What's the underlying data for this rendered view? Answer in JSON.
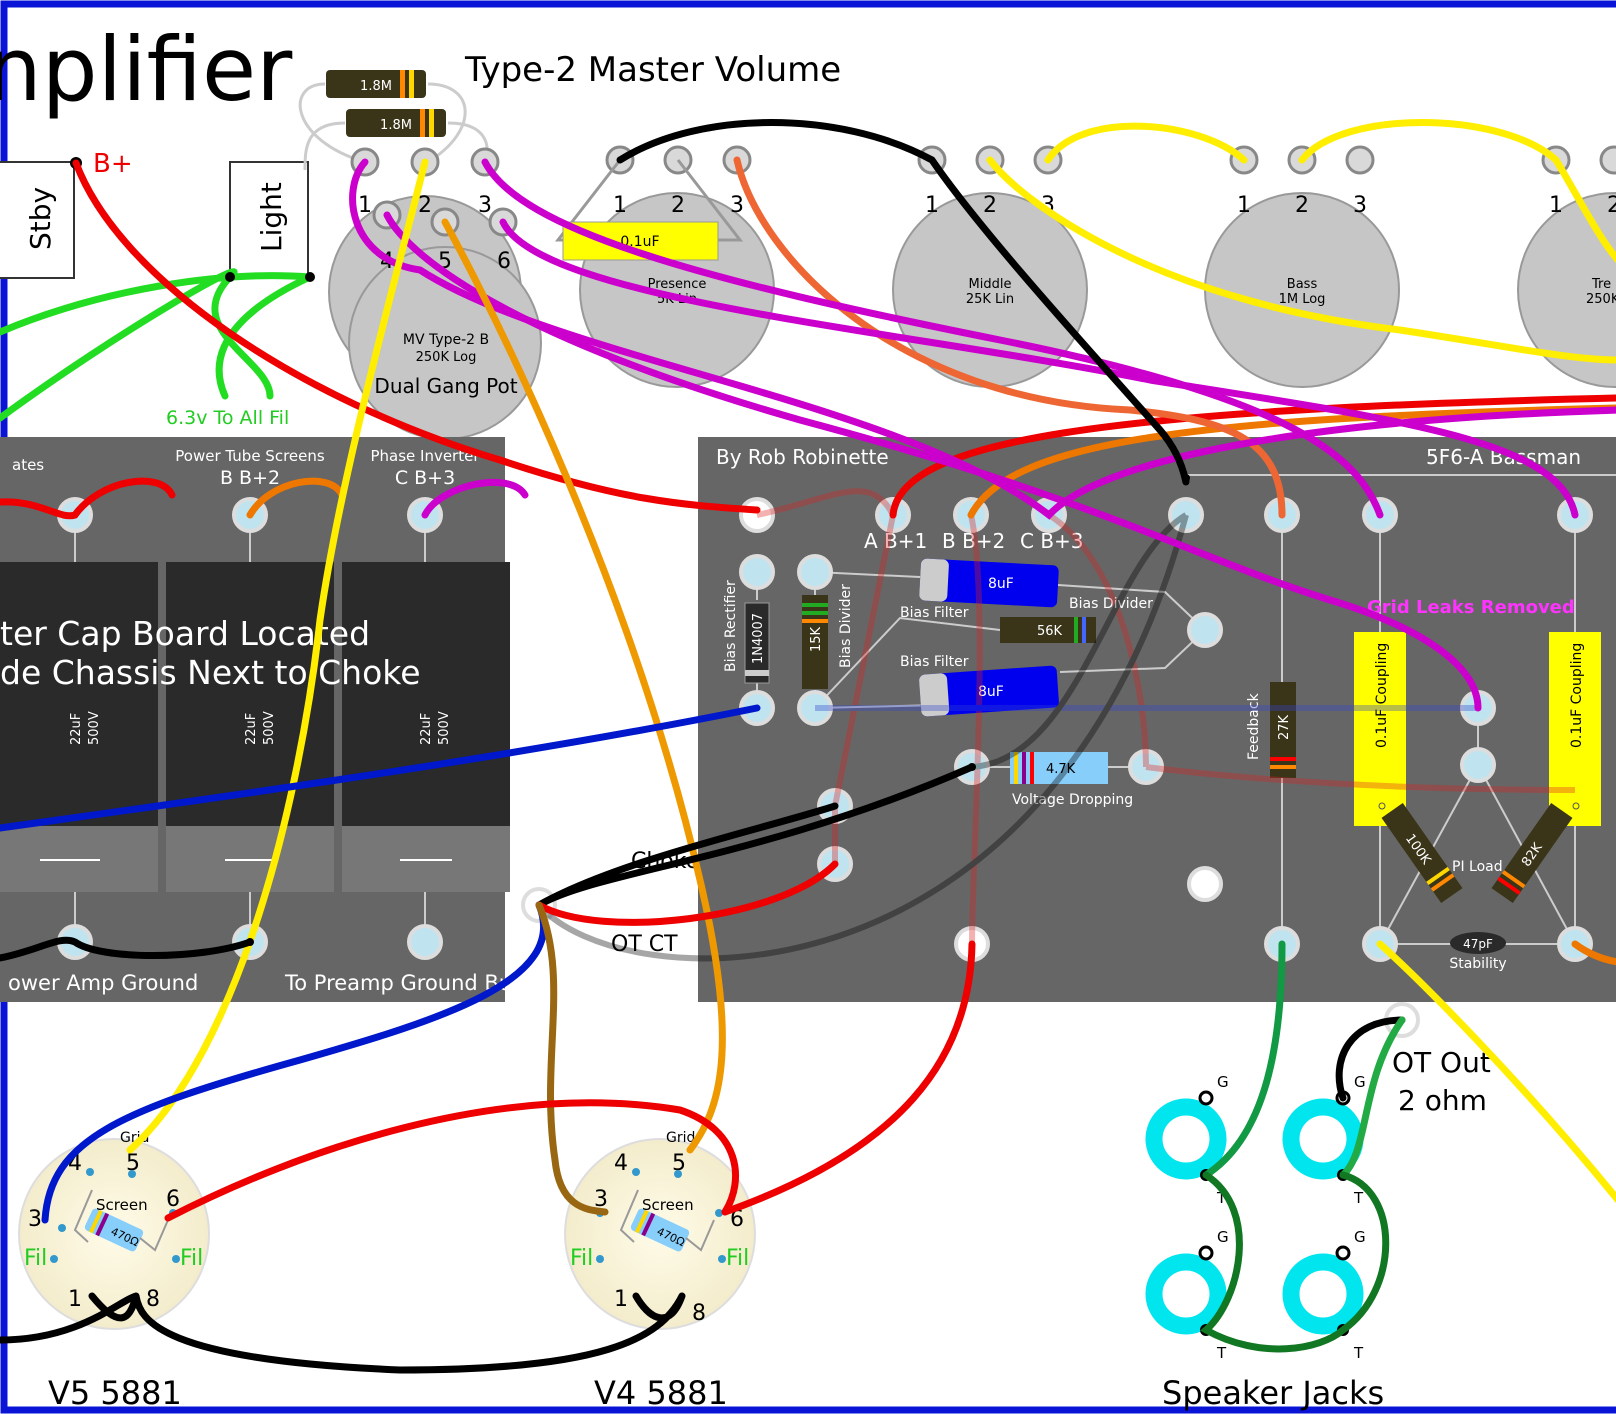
{
  "title_fragment": "nplifier",
  "master_volume": {
    "title": "Type-2 Master Volume",
    "resistor_1": "1.8M",
    "resistor_2": "1.8M",
    "pot_label": "MV Type-2 B",
    "pot_value": "250K Log",
    "pot_type": "Dual Gang Pot",
    "lugs_top": [
      "1",
      "2",
      "3"
    ],
    "lugs_bottom": [
      "4",
      "5",
      "6"
    ]
  },
  "switches": {
    "standby": "Stby",
    "light": "Light",
    "b_plus": "B+",
    "filament_note": "6.3v To All Fil"
  },
  "pots": [
    {
      "name": "Presence",
      "value": "5K Lin",
      "lugs": [
        "1",
        "2",
        "3"
      ]
    },
    {
      "name": "Middle",
      "value": "25K Lin",
      "lugs": [
        "1",
        "2",
        "3"
      ]
    },
    {
      "name": "Bass",
      "value": "1M Log",
      "lugs": [
        "1",
        "2",
        "3"
      ]
    },
    {
      "name": "Tre",
      "value": "250K",
      "lugs": [
        "1",
        "2"
      ]
    }
  ],
  "presence_cap": "0.1uF",
  "filter_board": {
    "col_labels": [
      "ates",
      "Power Tube Screens",
      "Phase Inverter"
    ],
    "col_sublabels": [
      "",
      "B B+2",
      "C B+3"
    ],
    "note_line1": "ter Cap Board Located",
    "note_line2": "de Chassis Next to Choke",
    "cap_value": "22uF",
    "cap_voltage": "500V",
    "ground_left": "ower Amp Ground",
    "ground_right": "To Preamp Ground Bus"
  },
  "main_board": {
    "author": "By Rob Robinette",
    "model": "5F6-A Bassman",
    "b_plus_labels": [
      "A B+1",
      "B B+2",
      "C B+3"
    ],
    "bias_rectifier": "Bias Rectifier",
    "diode": "1N4007",
    "resistor_15k": "15K",
    "bias_divider_1": "Bias Divider",
    "bias_divider_2": "Bias Divider",
    "bias_filter_1": "Bias Filter",
    "bias_filter_2": "Bias Filter",
    "cap_8uf_1": "8uF",
    "cap_8uf_2": "8uF",
    "resistor_56k": "56K",
    "resistor_4_7k": "4.7K",
    "voltage_dropping": "Voltage Dropping",
    "feedback": "Feedback",
    "resistor_27k": "27K",
    "grid_leaks_removed": "Grid Leaks Removed",
    "coupling_1": "0.1uF  Coupling",
    "coupling_2": "0.1uF  Coupling",
    "resistor_100k": "100K",
    "resistor_82k": "82K",
    "pi_load": "PI Load",
    "cap_47pf": "47pF",
    "stability": "Stability",
    "choke": "Choke",
    "ot_ct": "OT CT"
  },
  "tubes": [
    {
      "name": "V5  5881",
      "grid": "Grid",
      "screen": "Screen",
      "resistor": "470Ω",
      "fil": "Fil",
      "pins": [
        "1",
        "3",
        "4",
        "5",
        "6",
        "8"
      ]
    },
    {
      "name": "V4  5881",
      "grid": "Grid",
      "screen": "Screen",
      "resistor": "470Ω",
      "fil": "Fil",
      "pins": [
        "1",
        "3",
        "4",
        "5",
        "6",
        "8"
      ]
    }
  ],
  "speaker": {
    "title": "Speaker Jacks",
    "ot_out_1": "OT Out",
    "ot_out_2": "2 ohm",
    "g": "G",
    "t": "T"
  },
  "colors": {
    "border": "#0a14d6",
    "board": "#666666",
    "pot": "#c6c6c6",
    "purple": "#cc00cc",
    "red": "#ee0000",
    "yellow": "#ffee00",
    "orange": "#ee9900",
    "green": "#22dd22",
    "blue": "#0018cc",
    "black": "#000000",
    "cyan": "#00e5ee",
    "dark_green": "#117722"
  }
}
